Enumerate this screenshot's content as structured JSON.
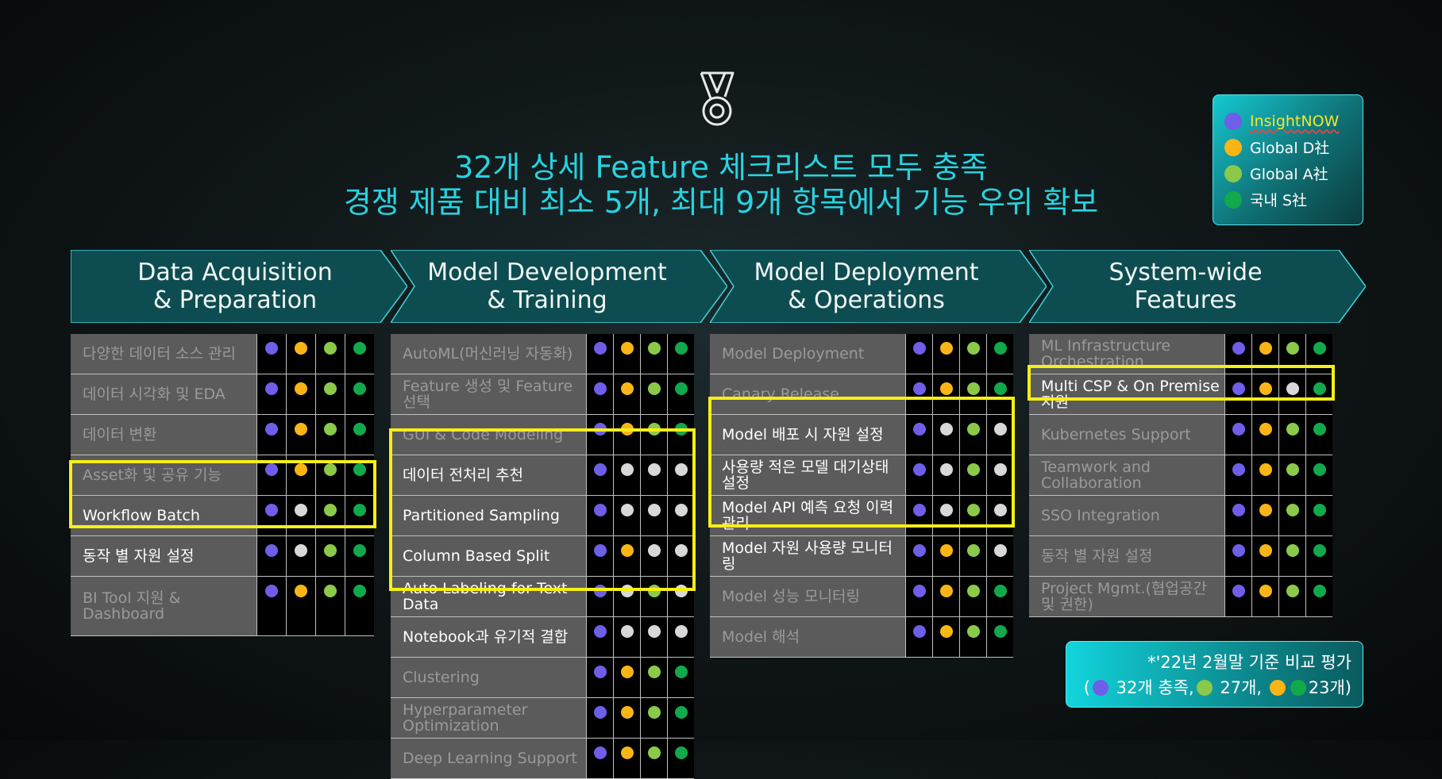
{
  "colors": {
    "insightnow": "#6e5ee8",
    "global_d": "#f8b515",
    "global_a": "#8bc94a",
    "domestic_s": "#12a84c",
    "unmet": "#d8d8d8"
  },
  "headline": {
    "line1": "32개 상세 Feature 체크리스트 모두 충족",
    "line2": "경쟁 제품 대비 최소 5개, 최대 9개 항목에서 기능 우위 확보"
  },
  "legend": [
    {
      "label": "InsightNOW",
      "color": "#6e5ee8"
    },
    {
      "label": "Global D社",
      "color": "#f8b515"
    },
    {
      "label": "Global A社",
      "color": "#8bc94a"
    },
    {
      "label": "국내 S社",
      "color": "#12a84c"
    }
  ],
  "icons": {
    "medal": "medal-icon"
  },
  "stages": [
    {
      "title_line1": "Data Acquisition",
      "title_line2": "& Preparation",
      "rows": [
        {
          "label": "다양한 데이터 소스 관리",
          "active": false,
          "marks": [
            "P",
            "Y",
            "L",
            "G"
          ]
        },
        {
          "label": "데이터 시각화 및 EDA",
          "active": false,
          "marks": [
            "P",
            "Y",
            "L",
            "G"
          ]
        },
        {
          "label": "데이터 변환",
          "active": false,
          "marks": [
            "P",
            "Y",
            "L",
            "G"
          ]
        },
        {
          "label": "Asset화 및 공유 기능",
          "active": false,
          "marks": [
            "P",
            "Y",
            "L",
            "G"
          ]
        },
        {
          "label": "Workflow Batch",
          "active": true,
          "marks": [
            "P",
            "W",
            "L",
            "G"
          ]
        },
        {
          "label": "동작 별 자원 설정",
          "active": true,
          "marks": [
            "P",
            "W",
            "L",
            "G"
          ]
        },
        {
          "label": "BI Tool 지원 & Dashboard",
          "active": false,
          "marks": [
            "P",
            "Y",
            "L",
            "G"
          ]
        }
      ]
    },
    {
      "title_line1": "Model Development",
      "title_line2": "& Training",
      "rows": [
        {
          "label": "AutoML(머신러닝 자동화)",
          "active": false,
          "marks": [
            "P",
            "Y",
            "L",
            "G"
          ]
        },
        {
          "label": "Feature 생성 및 Feature 선택",
          "active": false,
          "marks": [
            "P",
            "Y",
            "L",
            "G"
          ]
        },
        {
          "label": "GUI & Code Modeling",
          "active": false,
          "marks": [
            "P",
            "Y",
            "L",
            "G"
          ]
        },
        {
          "label": "데이터 전처리 추천",
          "active": true,
          "marks": [
            "P",
            "W",
            "W",
            "W"
          ]
        },
        {
          "label": "Partitioned Sampling",
          "active": true,
          "marks": [
            "P",
            "W",
            "W",
            "W"
          ]
        },
        {
          "label": "Column Based Split",
          "active": true,
          "marks": [
            "P",
            "Y",
            "W",
            "W"
          ]
        },
        {
          "label": "Auto Labeling for Text Data",
          "active": true,
          "marks": [
            "P",
            "W",
            "L",
            "W"
          ]
        },
        {
          "label": "Notebook과 유기적 결합",
          "active": true,
          "marks": [
            "P",
            "W",
            "W",
            "W"
          ]
        },
        {
          "label": "Clustering",
          "active": false,
          "marks": [
            "P",
            "Y",
            "L",
            "G"
          ]
        },
        {
          "label": "Hyperparameter Optimization",
          "active": false,
          "marks": [
            "P",
            "Y",
            "L",
            "G"
          ]
        },
        {
          "label": "Deep Learning Support",
          "active": false,
          "marks": [
            "P",
            "Y",
            "L",
            "G"
          ]
        }
      ]
    },
    {
      "title_line1": "Model Deployment",
      "title_line2": "& Operations",
      "rows": [
        {
          "label": "Model Deployment",
          "active": false,
          "marks": [
            "P",
            "Y",
            "L",
            "G"
          ]
        },
        {
          "label": "Canary Release",
          "active": false,
          "marks": [
            "P",
            "Y",
            "L",
            "G"
          ]
        },
        {
          "label": "Model 배포 시 자원 설정",
          "active": true,
          "marks": [
            "P",
            "W",
            "L",
            "W"
          ]
        },
        {
          "label": "사용량 적은 모델 대기상태 설정",
          "active": true,
          "marks": [
            "P",
            "W",
            "L",
            "W"
          ]
        },
        {
          "label": "Model API 예측 요청 이력관리",
          "active": true,
          "marks": [
            "P",
            "W",
            "L",
            "W"
          ]
        },
        {
          "label": "Model 자원 사용량 모니터링",
          "active": true,
          "marks": [
            "P",
            "Y",
            "L",
            "W"
          ]
        },
        {
          "label": "Model 성능 모니터링",
          "active": false,
          "marks": [
            "P",
            "Y",
            "L",
            "G"
          ]
        },
        {
          "label": "Model 해석",
          "active": false,
          "marks": [
            "P",
            "Y",
            "L",
            "G"
          ]
        }
      ]
    },
    {
      "title_line1": "System-wide",
      "title_line2": "Features",
      "rows": [
        {
          "label": "ML Infrastructure Orchestration",
          "active": false,
          "marks": [
            "P",
            "Y",
            "L",
            "G"
          ]
        },
        {
          "label": "Multi CSP & On Premise 지원",
          "active": true,
          "marks": [
            "P",
            "Y",
            "W",
            "G"
          ]
        },
        {
          "label": "Kubernetes Support",
          "active": false,
          "marks": [
            "P",
            "Y",
            "L",
            "G"
          ]
        },
        {
          "label": "Teamwork and Collaboration",
          "active": false,
          "marks": [
            "P",
            "Y",
            "L",
            "G"
          ]
        },
        {
          "label": "SSO Integration",
          "active": false,
          "marks": [
            "P",
            "Y",
            "L",
            "G"
          ]
        },
        {
          "label": "동작 별 자원 설정",
          "active": false,
          "marks": [
            "P",
            "Y",
            "L",
            "G"
          ]
        },
        {
          "label": "Project Mgmt.(협업공간 및 권한)",
          "active": false,
          "marks": [
            "P",
            "Y",
            "L",
            "G"
          ]
        }
      ]
    }
  ],
  "note": {
    "line1": "*'22년 2월말 기준 비교 평가",
    "open": "(",
    "t1": "32개 충족,",
    "t2": "27개,",
    "t3": "23개)"
  }
}
